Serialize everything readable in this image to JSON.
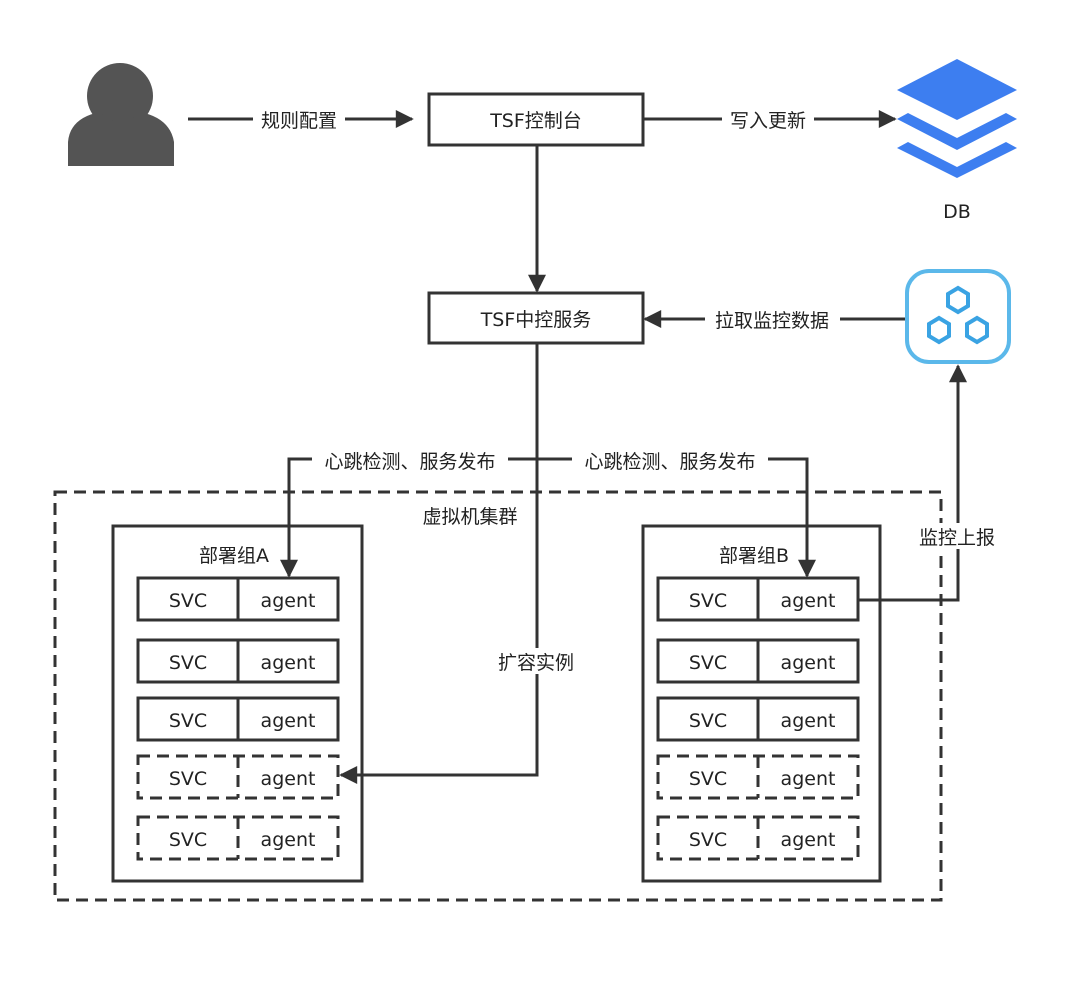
{
  "nodes": {
    "console": "TSF控制台",
    "central": "TSF中控服务",
    "db": "DB",
    "cluster": "虚拟机集群",
    "group_a": "部署组A",
    "group_b": "部署组B"
  },
  "edges": {
    "rule_config": "规则配置",
    "write_update": "写入更新",
    "pull_monitor": "拉取监控数据",
    "heartbeat_a": "心跳检测、服务发布",
    "heartbeat_b": "心跳检测、服务发布",
    "scale_out": "扩容实例",
    "monitor_report": "监控上报"
  },
  "instance": {
    "svc": "SVC",
    "agent": "agent"
  },
  "group_a_instances": [
    {
      "svc": "SVC",
      "agent": "agent",
      "state": "active"
    },
    {
      "svc": "SVC",
      "agent": "agent",
      "state": "active"
    },
    {
      "svc": "SVC",
      "agent": "agent",
      "state": "active"
    },
    {
      "svc": "SVC",
      "agent": "agent",
      "state": "pending"
    },
    {
      "svc": "SVC",
      "agent": "agent",
      "state": "pending"
    }
  ],
  "group_b_instances": [
    {
      "svc": "SVC",
      "agent": "agent",
      "state": "active"
    },
    {
      "svc": "SVC",
      "agent": "agent",
      "state": "active"
    },
    {
      "svc": "SVC",
      "agent": "agent",
      "state": "active"
    },
    {
      "svc": "SVC",
      "agent": "agent",
      "state": "pending"
    },
    {
      "svc": "SVC",
      "agent": "agent",
      "state": "pending"
    }
  ],
  "colors": {
    "db_layer": "#3d7ef0",
    "monitor_outline": "#5bb8ea",
    "monitor_hex": "#3aa3e3",
    "user_icon": "#545454",
    "line": "#333333"
  },
  "icons": {
    "user": "user-icon",
    "db": "database-stack-icon",
    "monitor": "monitoring-hexagon-icon"
  }
}
